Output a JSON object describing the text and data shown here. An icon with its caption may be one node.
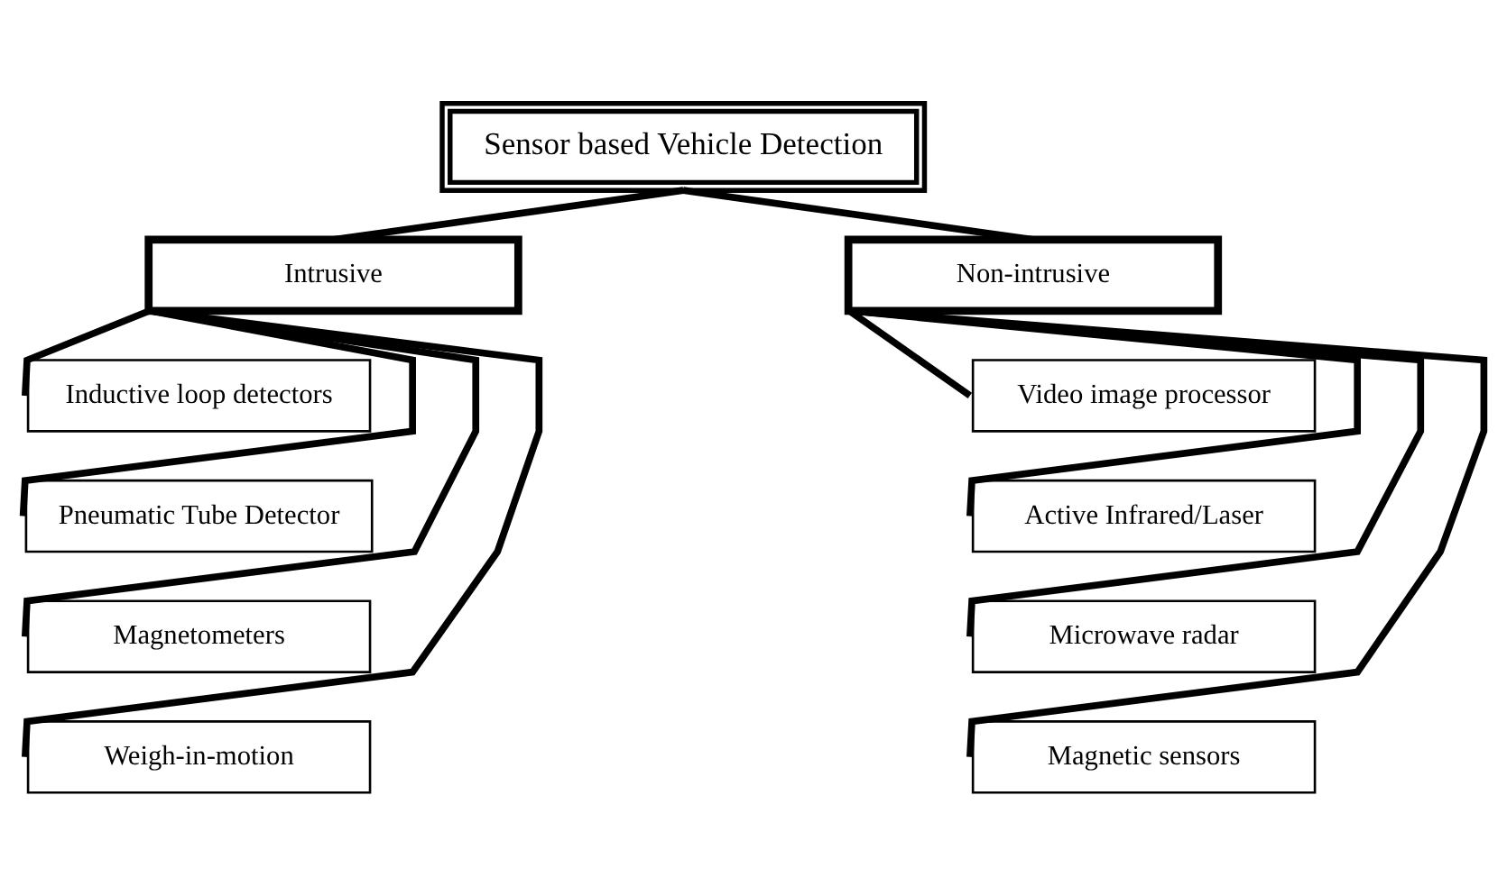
{
  "diagram": {
    "nodes": [
      {
        "text": [
          "Sensor based Vehicle Detection"
        ]
      },
      {
        "text": [
          "Intrusive"
        ]
      },
      {
        "text": [
          "Non-intrusive"
        ]
      },
      {
        "text": [
          "Inductive loop detectors"
        ]
      },
      {
        "text": [
          "Pneumatic Tube Detector"
        ]
      },
      {
        "text": [
          "Magnetometers"
        ]
      },
      {
        "text": [
          "Weigh-in-motion"
        ]
      },
      {
        "text": [
          "Video image processor"
        ]
      },
      {
        "text": [
          "Active Infrared/Laser"
        ]
      },
      {
        "text": [
          "Microwave radar"
        ]
      },
      {
        "text": [
          "Magnetic sensors"
        ]
      }
    ],
    "edges": [
      {
        "from": 0,
        "to": 1,
        "arrow": "none"
      },
      {
        "from": 0,
        "to": 2,
        "arrow": "none"
      },
      {
        "from": 1,
        "to": 3,
        "arrow": "none"
      },
      {
        "from": 1,
        "to": 4,
        "arrow": "none"
      },
      {
        "from": 1,
        "to": 5,
        "arrow": "none"
      },
      {
        "from": 1,
        "to": 6,
        "arrow": "none"
      },
      {
        "from": 2,
        "to": 7,
        "arrow": "none"
      },
      {
        "from": 2,
        "to": 8,
        "arrow": "none"
      },
      {
        "from": 2,
        "to": 9,
        "arrow": "none"
      },
      {
        "from": 2,
        "to": 10,
        "arrow": "none"
      }
    ]
  }
}
